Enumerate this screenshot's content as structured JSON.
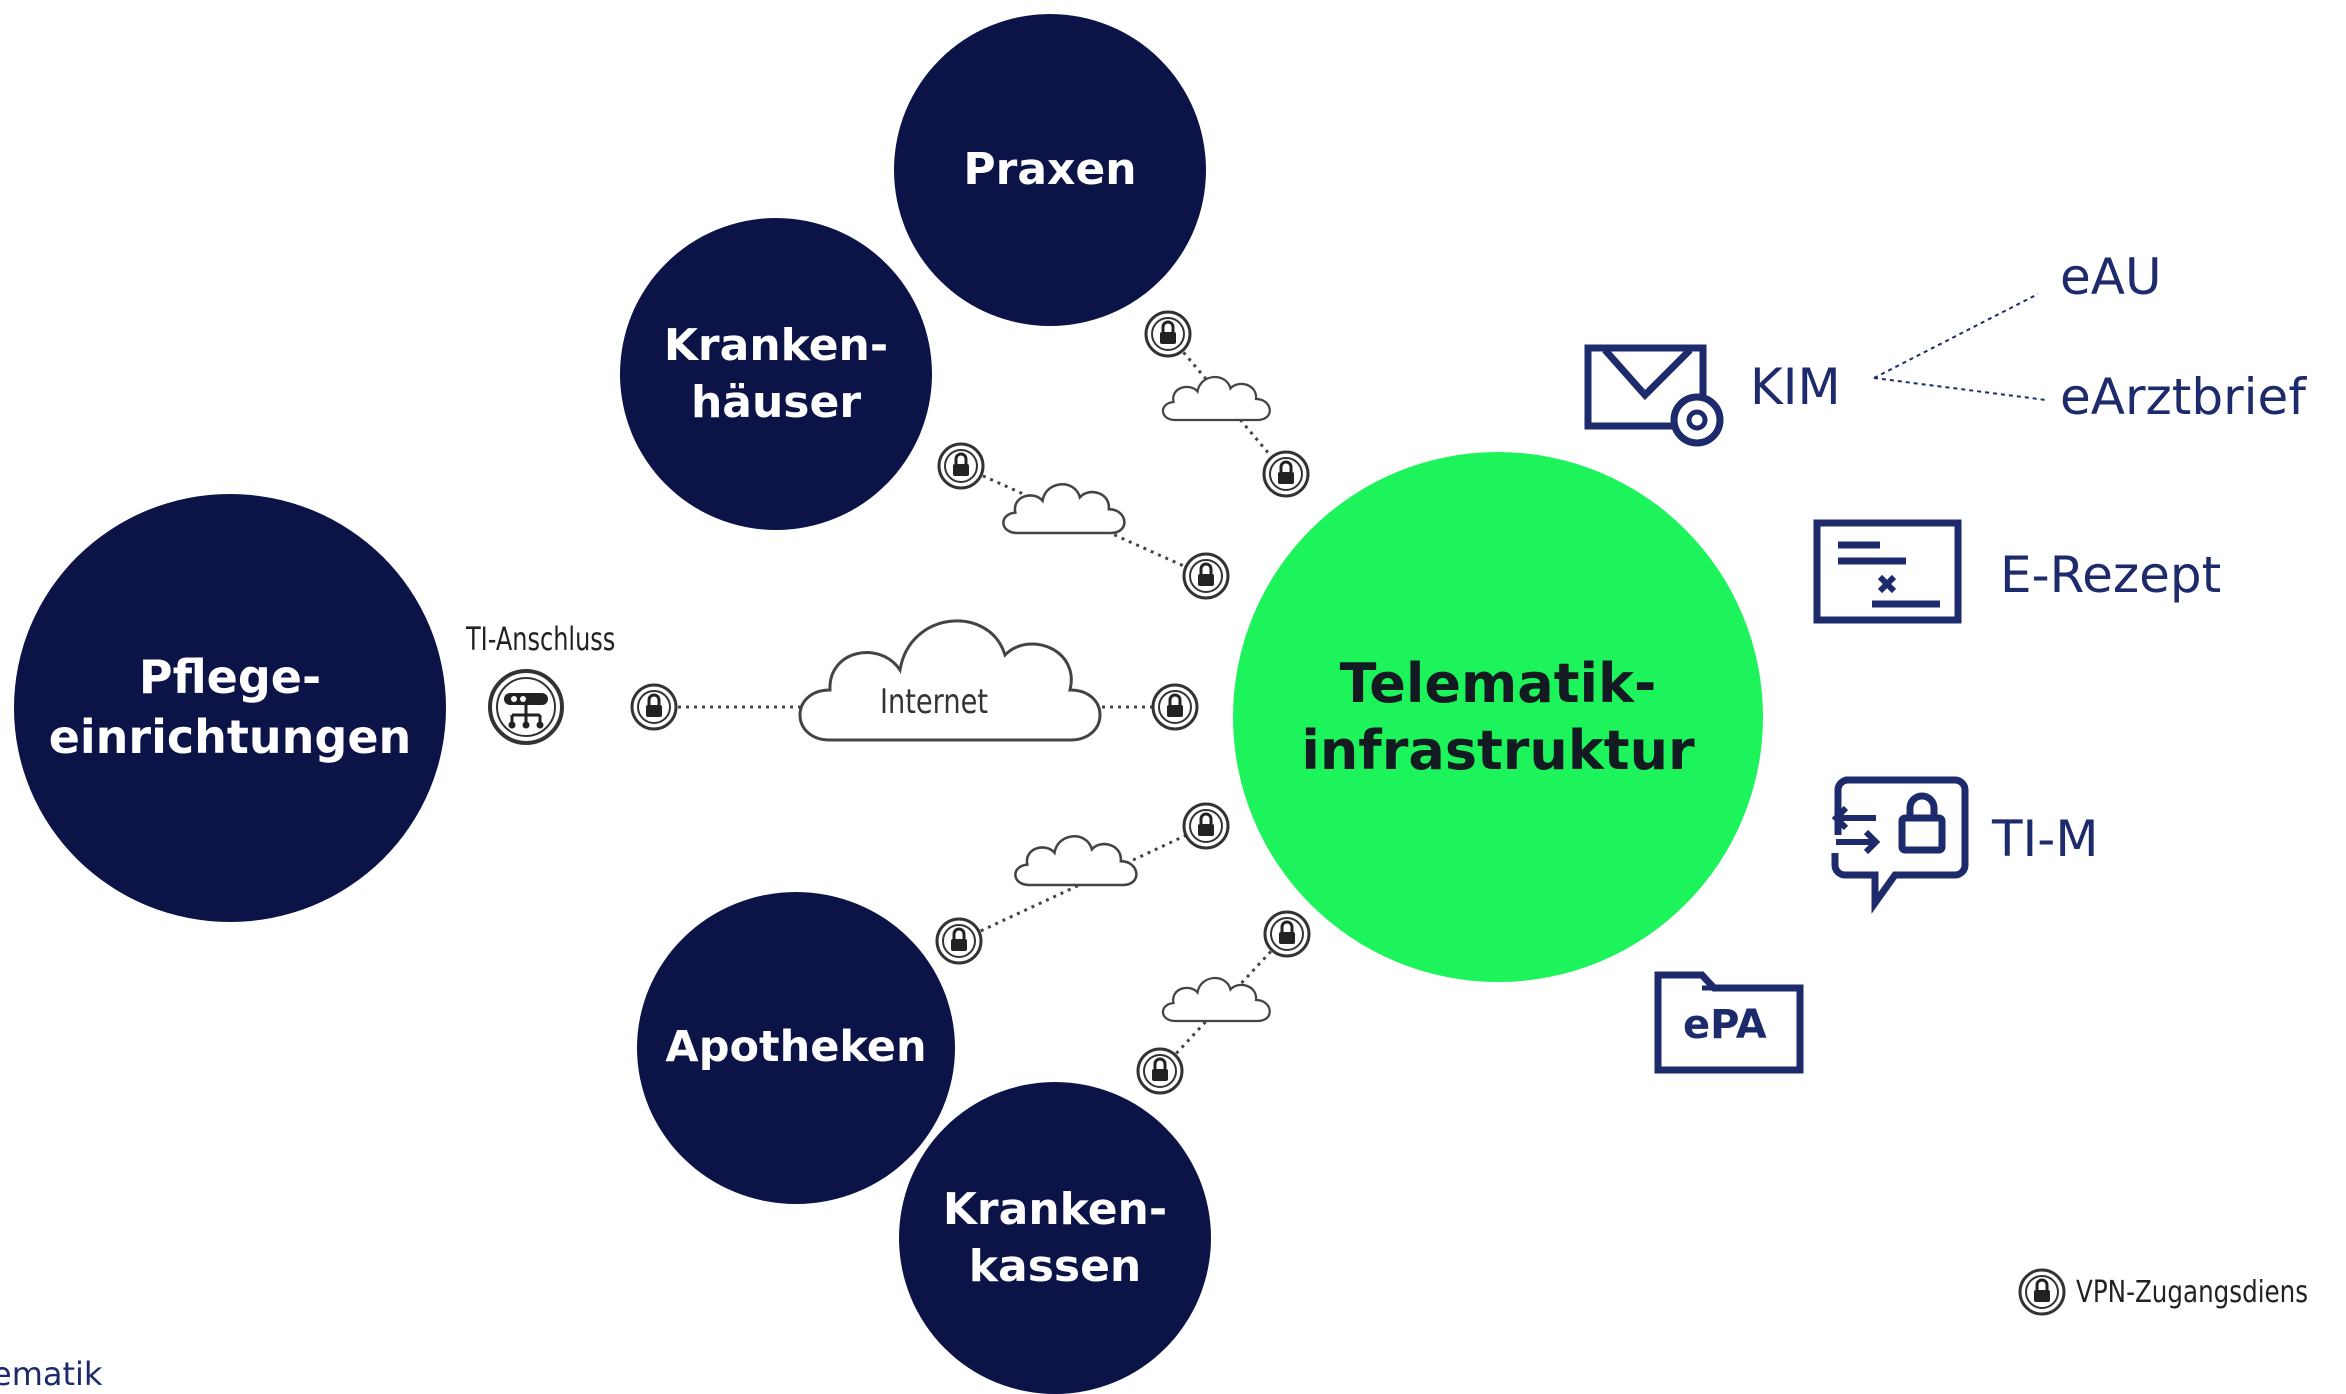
{
  "nodes": {
    "praxen": "Praxen",
    "krankenhaeuser": "Kranken-\nhäuser",
    "pflege": "Pflege-\neinrichtungen",
    "apotheken": "Apotheken",
    "krankenkassen": "Kranken-\nkassen"
  },
  "center": {
    "label": "Telematik-\ninfrastruktur"
  },
  "connection": {
    "ti_anschluss": "TI-Anschluss",
    "internet": "Internet"
  },
  "services": {
    "kim": "KIM",
    "kim_sub": [
      "eAU",
      "eArztbrief"
    ],
    "erezept": "E-Rezept",
    "tim": "TI-M",
    "epa": "ePA"
  },
  "legend": {
    "vpn": "VPN-Zugangsdiens"
  },
  "footer": {
    "brand": "ematik"
  },
  "colors": {
    "node_bg": "#0b1347",
    "center_bg": "#1df35a",
    "icon_blue": "#1d2a6b"
  }
}
